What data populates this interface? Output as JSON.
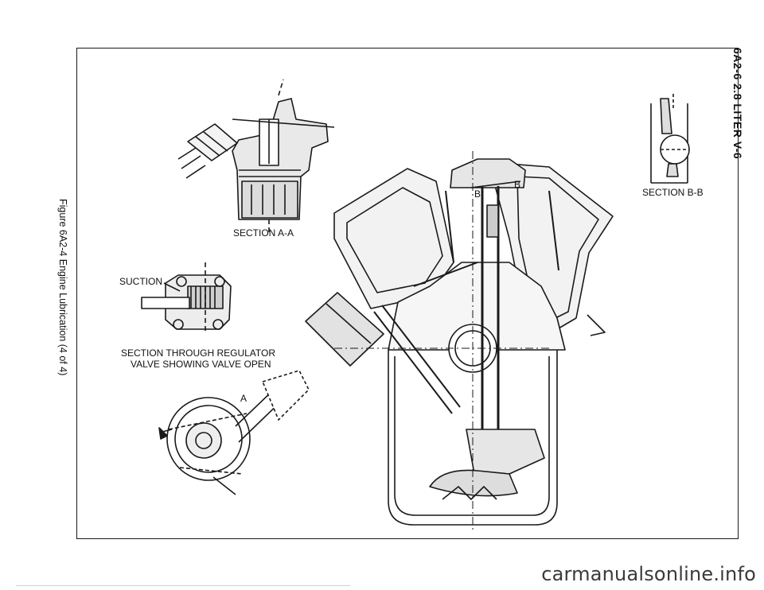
{
  "page": {
    "header": "6A2-6 2.8 LITER V-6",
    "caption": "Figure 6A2-4 Engine Lubrication (4 of 4)"
  },
  "labels": {
    "section_aa": "SECTION A-A",
    "suction": "SUCTION",
    "regulator_line1": "SECTION THROUGH REGULATOR",
    "regulator_line2": "VALVE SHOWING VALVE OPEN",
    "section_bb": "SECTION B-B",
    "mark_a": "A",
    "mark_b_left": "B",
    "mark_b_right": "B"
  },
  "watermark": "carmanualsonline.info"
}
